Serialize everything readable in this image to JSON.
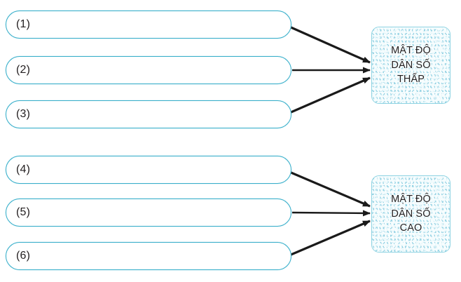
{
  "diagram": {
    "title": "Population density cause diagram",
    "background": "#ffffff",
    "colors": {
      "pill_border": "#3aafca",
      "box_border": "#8ed3e2",
      "box_fill": "#f7fdfe",
      "box_texture": "#89cde0",
      "arrow": "#1a1a1a",
      "text": "#231f20"
    }
  },
  "groups": [
    {
      "id": "low-density",
      "pills": [
        {
          "label": "(1)",
          "value": ""
        },
        {
          "label": "(2)",
          "value": ""
        },
        {
          "label": "(3)",
          "value": ""
        }
      ],
      "outcome": {
        "text": "MẬT ĐỘ\nDÂN SỐ\nTHẤP",
        "lines": [
          "MẬT ĐỘ",
          "DÂN SỐ",
          "THẤP"
        ]
      },
      "arrow_count": 3
    },
    {
      "id": "high-density",
      "pills": [
        {
          "label": "(4)",
          "value": ""
        },
        {
          "label": "(5)",
          "value": ""
        },
        {
          "label": "(6)",
          "value": ""
        }
      ],
      "outcome": {
        "text": "MẬT ĐỘ\nDÂN SỐ\nCAO",
        "lines": [
          "MẬT ĐỘ",
          "DÂN SỐ",
          "CAO"
        ]
      },
      "arrow_count": 3
    }
  ]
}
